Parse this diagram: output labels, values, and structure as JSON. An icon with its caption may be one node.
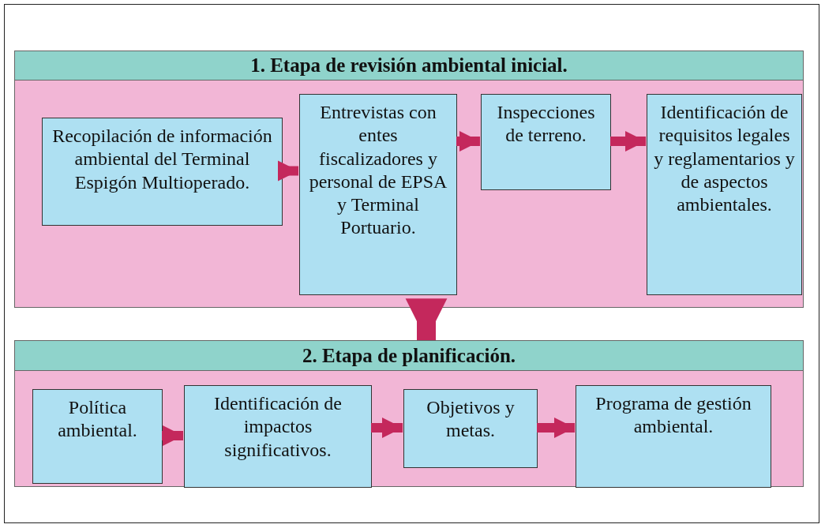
{
  "diagram": {
    "nodes": [
      {
        "text": [
          "1. Etapa de revisión ambiental inicial."
        ]
      },
      {
        "text": [
          "Recopilación de información ambiental del Terminal Espigón Multioperado."
        ],
        "in": 0
      },
      {
        "text": [
          "Entrevistas con entes fiscalizadores y personal de EPSA y Terminal Portuario."
        ],
        "in": 0
      },
      {
        "text": [
          "Inspecciones de terreno."
        ],
        "in": 0
      },
      {
        "text": [
          "Identificación de requisitos legales y reglamentarios y de aspectos ambientales."
        ],
        "in": 0
      },
      {
        "text": [
          "2. Etapa de planificación."
        ]
      },
      {
        "text": [
          "Política ambiental."
        ],
        "in": 5
      },
      {
        "text": [
          "Identificación de impactos significativos."
        ],
        "in": 5
      },
      {
        "text": [
          "Objetivos y metas."
        ],
        "in": 5
      },
      {
        "text": [
          "Programa de gestión ambiental."
        ],
        "in": 5
      }
    ],
    "edges": [
      {
        "from": 1,
        "to": 2,
        "arrow": "to"
      },
      {
        "from": 2,
        "to": 3,
        "arrow": "to"
      },
      {
        "from": 3,
        "to": 4,
        "arrow": "to"
      },
      {
        "from": 0,
        "to": 5,
        "arrow": "to",
        "style": "thick"
      },
      {
        "from": 6,
        "to": 7,
        "arrow": "to"
      },
      {
        "from": 7,
        "to": 8,
        "arrow": "to"
      },
      {
        "from": 8,
        "to": 9,
        "arrow": "to"
      }
    ]
  }
}
